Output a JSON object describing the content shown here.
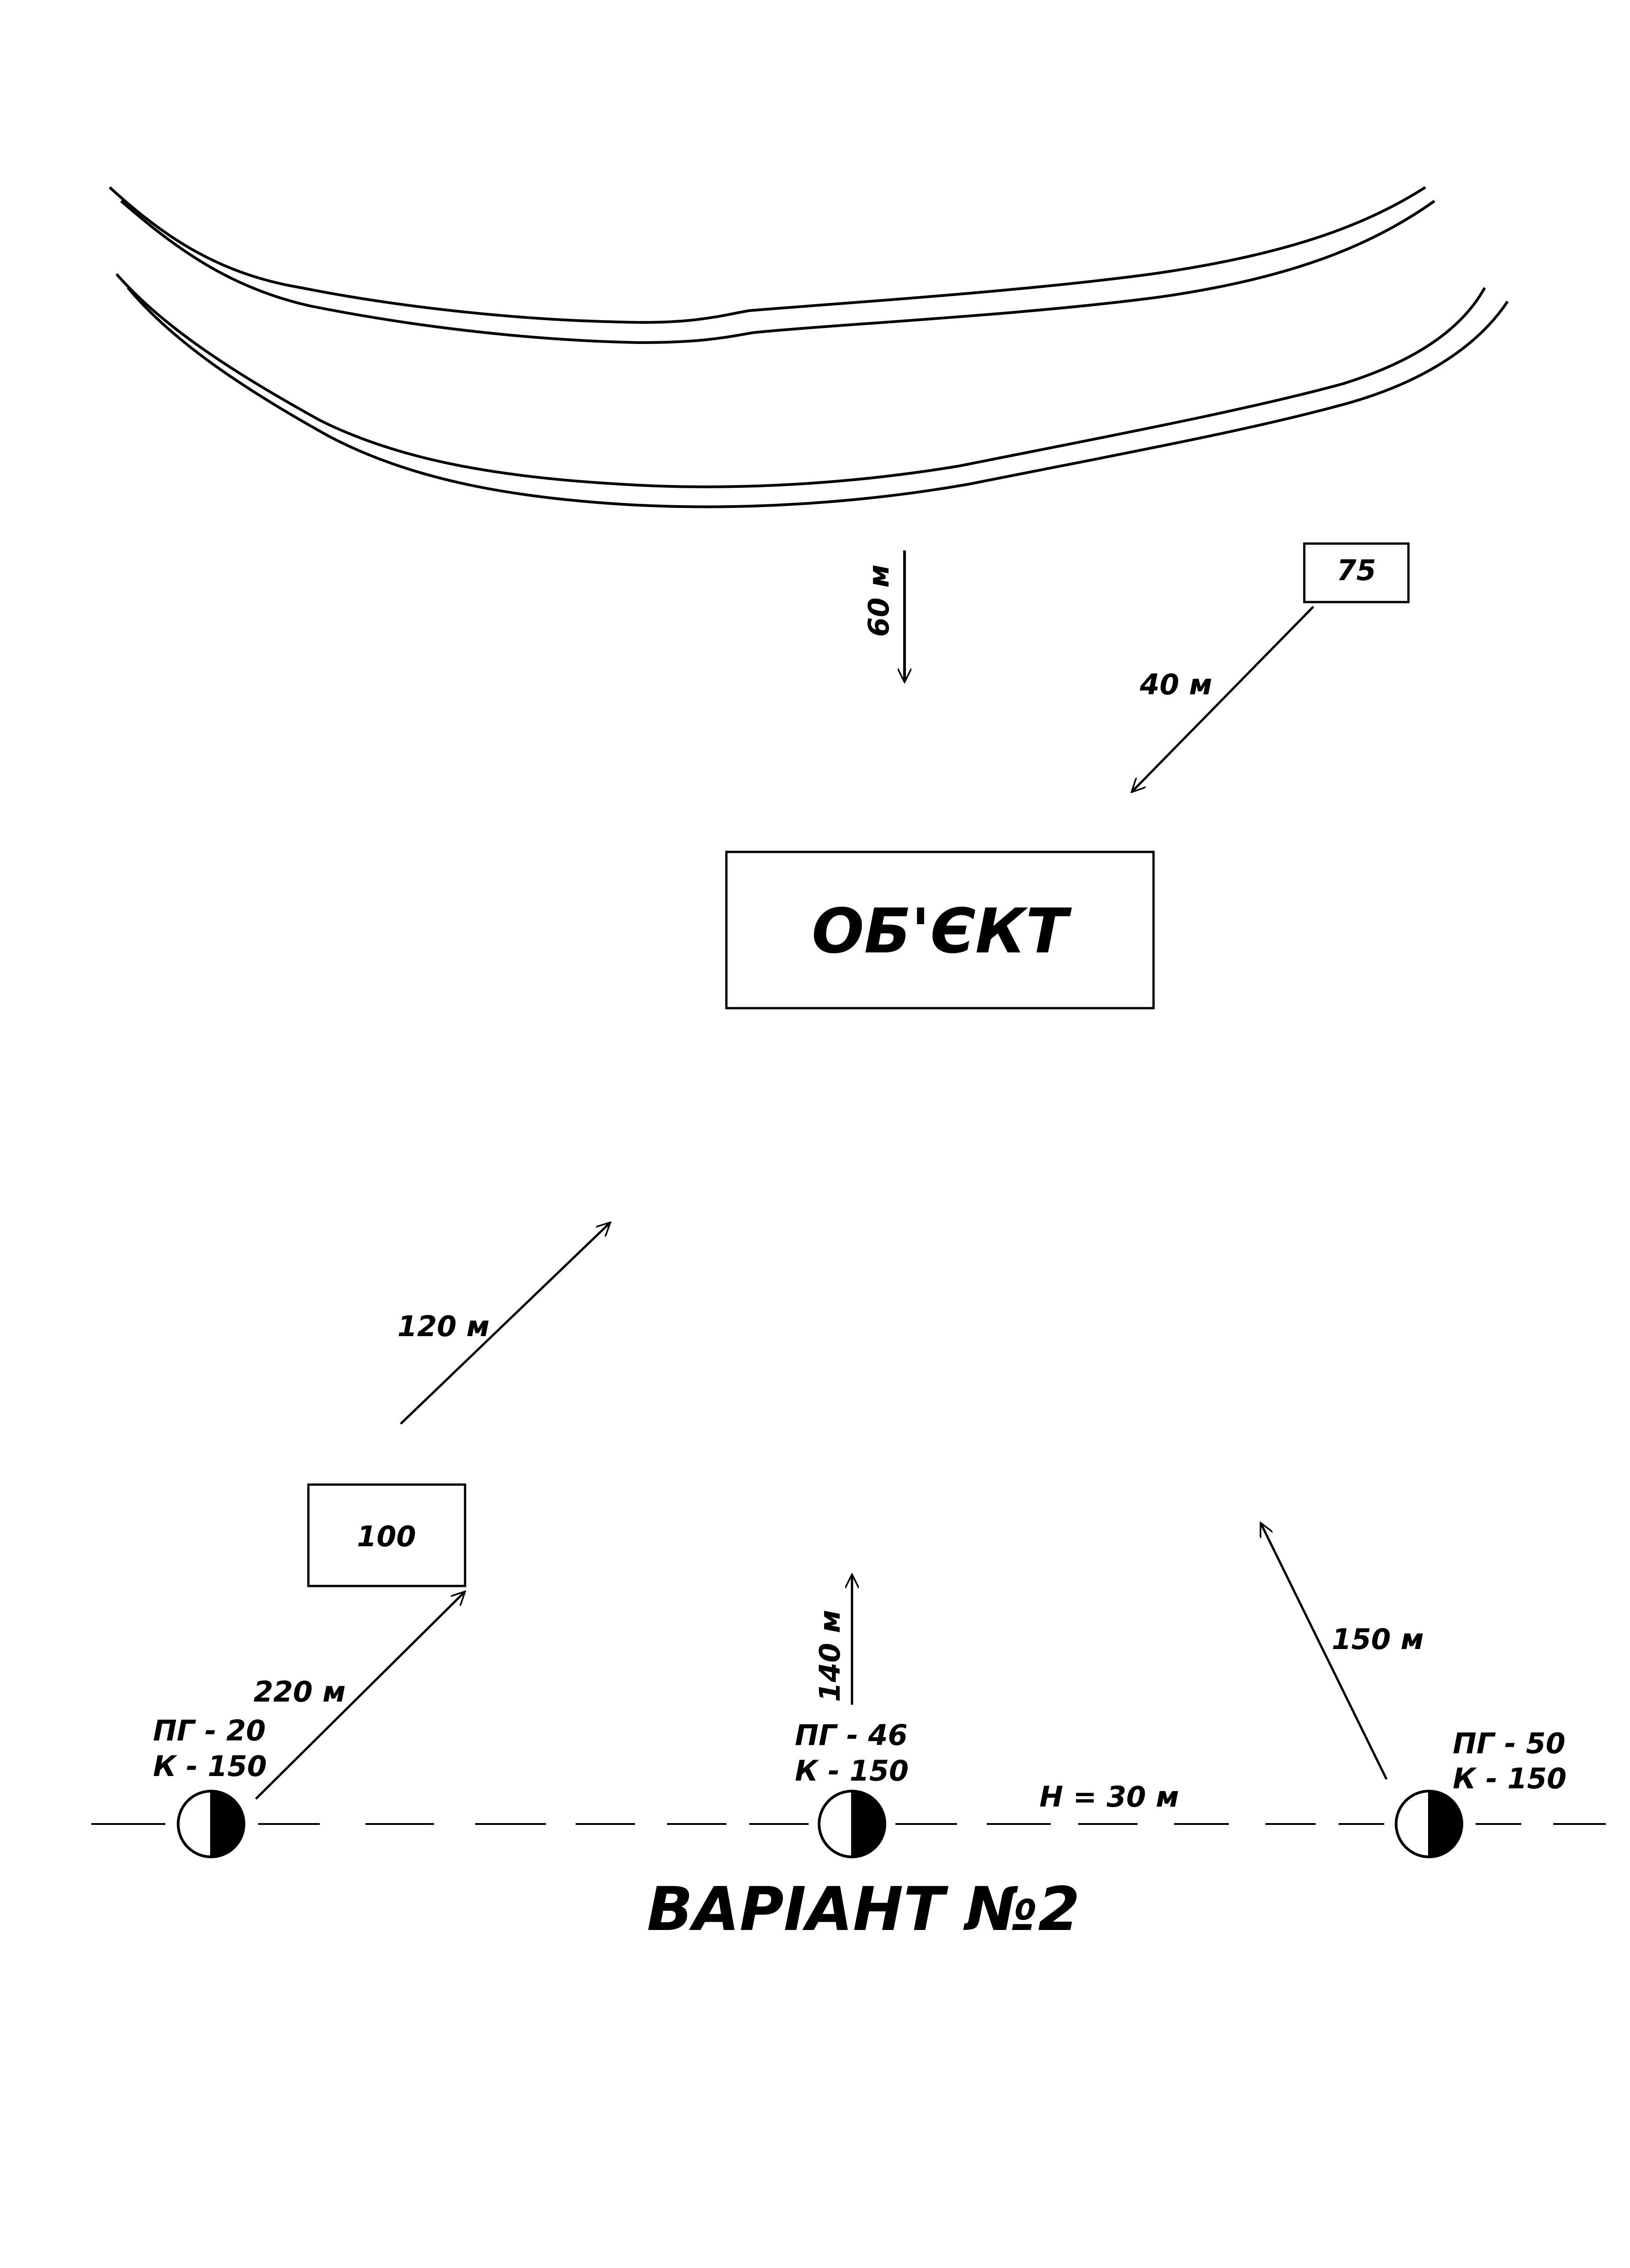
{
  "diagram": {
    "title": "ВАРІАНТ  №2",
    "object_label": "ОБ'ЄКТ",
    "box_75_label": "75",
    "box_100_label": "100",
    "distance_labels": {
      "d60": "60 м",
      "d40": "40 м",
      "d120": "120 м",
      "d220": "220 м",
      "d140": "140 м",
      "d150": "150 м"
    },
    "pipeline_label": "Н = 30 м",
    "hydrants": [
      {
        "pg": "ПГ - 20",
        "k": "К - 150"
      },
      {
        "pg": "ПГ - 46",
        "k": "К - 150"
      },
      {
        "pg": "ПГ - 50",
        "k": "К - 150"
      }
    ]
  }
}
